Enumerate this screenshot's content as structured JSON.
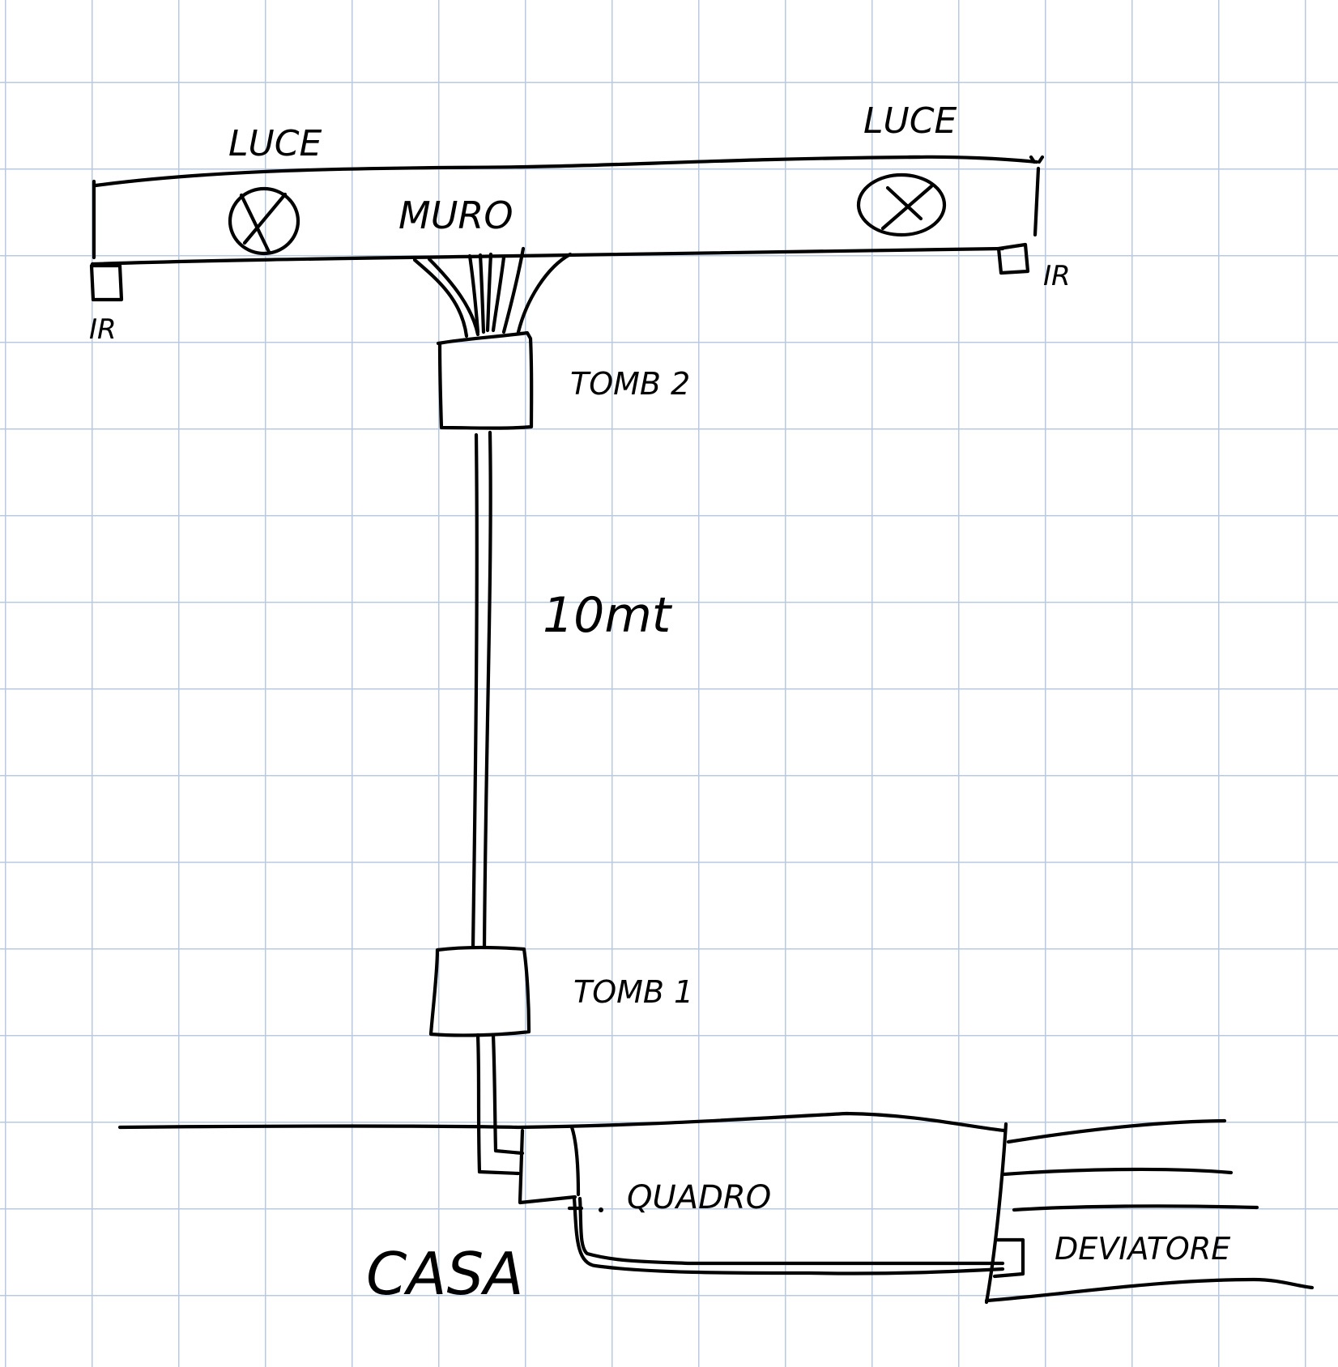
{
  "drawing": {
    "type": "hand-drawn wiring sketch on grid paper",
    "ink_color": "#000000",
    "grid_color": "#b9c9e2",
    "labels": {
      "light_left": "LUCE",
      "light_right": "LUCE",
      "wall": "MURO",
      "ir_left": "IR",
      "ir_right": "IR",
      "pit_2": "TOMB 2",
      "cable_length": "10mt",
      "pit_1": "TOMB 1",
      "panel": "QUADRO",
      "house": "CASA",
      "switch": "DEVIATORE"
    },
    "components": [
      {
        "id": "light-left",
        "kind": "light",
        "symbol": "circle-x"
      },
      {
        "id": "light-right",
        "kind": "light",
        "symbol": "circle-x"
      },
      {
        "id": "ir-left",
        "kind": "ir-sensor",
        "symbol": "square"
      },
      {
        "id": "ir-right",
        "kind": "ir-sensor",
        "symbol": "square"
      },
      {
        "id": "pit-2",
        "kind": "junction-pit"
      },
      {
        "id": "pit-1",
        "kind": "junction-pit"
      },
      {
        "id": "panel",
        "kind": "electrical-panel"
      },
      {
        "id": "switch",
        "kind": "two-way-switch"
      }
    ]
  }
}
